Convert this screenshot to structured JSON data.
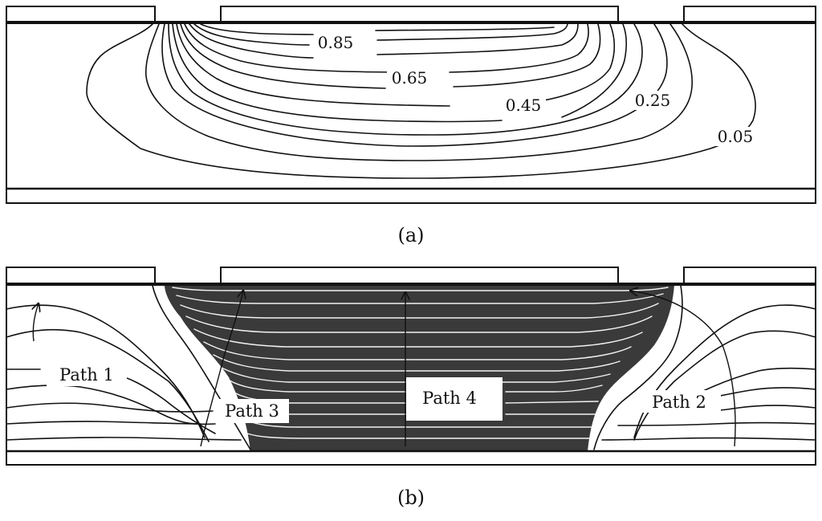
{
  "panel_a": {
    "caption": "(a)",
    "contour_labels": [
      "0.85",
      "0.65",
      "0.45",
      "0.25",
      "0.05"
    ]
  },
  "panel_b": {
    "caption": "(b)",
    "path_labels": [
      "Path 1",
      "Path 2",
      "Path 3",
      "Path 4"
    ]
  },
  "colors": {
    "line": "#111111",
    "shaded_region": "#3a3a3a",
    "background": "#ffffff"
  }
}
